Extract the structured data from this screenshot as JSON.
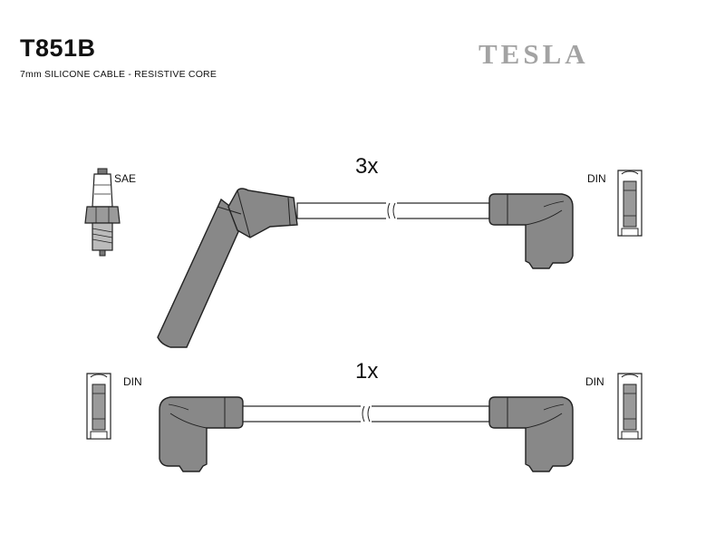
{
  "header": {
    "part_number": "T851B",
    "description": "7mm SILICONE CABLE - RESISTIVE CORE",
    "brand": "TESLA"
  },
  "cables": [
    {
      "quantity": "3x",
      "end_a": "SAE",
      "end_b": "DIN"
    },
    {
      "quantity": "1x",
      "end_a": "DIN",
      "end_b": "DIN"
    }
  ],
  "colors": {
    "boot": "#888888",
    "outline": "#222222",
    "brand": "#a3a3a3"
  },
  "icons": [
    "spark-plug-icon",
    "din-terminal-icon"
  ]
}
